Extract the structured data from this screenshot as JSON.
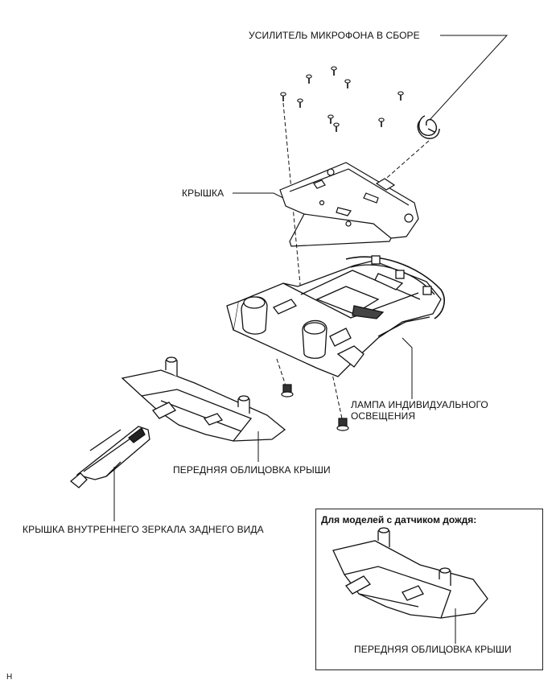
{
  "labels": {
    "mic_amp": "УСИЛИТЕЛЬ МИКРОФОНА В СБОРЕ",
    "cover": "КРЫШКА",
    "lamp_line1": "ЛАМПА ИНДИВИДУАЛЬНОГО",
    "lamp_line2": "ОСВЕЩЕНИЯ",
    "front_trim": "ПЕРЕДНЯЯ ОБЛИЦОВКА КРЫШИ",
    "mirror_cover": "КРЫШКА ВНУТРЕННЕГО ЗЕРКАЛА ЗАДНЕГО ВИДА"
  },
  "inset": {
    "title": "Для моделей с датчиком дождя:",
    "label": "ПЕРЕДНЯЯ ОБЛИЦОВКА КРЫШИ"
  },
  "corner_mark": "H"
}
